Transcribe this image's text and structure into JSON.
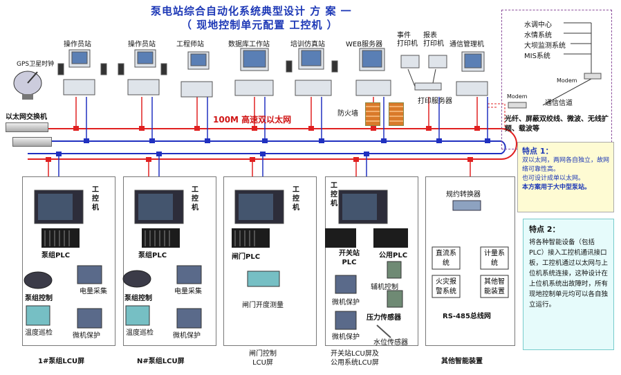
{
  "title": {
    "line1": "泵电站综合自动化系统典型设计 方 案 一",
    "line2": "（ 现地控制单元配置 工控机 ）"
  },
  "network": {
    "main_label": "100M 高速双以太网",
    "switch_label": "以太网交换机",
    "gps_label": "GPS卫星时钟",
    "firewall_label": "防火墙"
  },
  "stations": [
    {
      "label": "操作员站"
    },
    {
      "label": "操作员站"
    },
    {
      "label": "工程师站"
    },
    {
      "label": "数据库工作站"
    },
    {
      "label": "培训仿真站"
    },
    {
      "label": "WEB服务器"
    },
    {
      "label": "事件\n打印机"
    },
    {
      "label": "报表\n打印机"
    },
    {
      "label": "通信管理机"
    }
  ],
  "print_server": "打印服务器",
  "remote_box": {
    "items": [
      "水调中心",
      "水情系统",
      "大坝监测系统",
      "MIS系统"
    ],
    "modem1": "Modem",
    "modem2": "Modem",
    "channel": "通信信道",
    "media": "光纤、屏蔽双绞线、微波、无线扩频、载波等"
  },
  "note1": {
    "title": "特点 1：",
    "body": "双以太网，两网各自独立，故网络可靠性高。",
    "line2": "也可设计成单以太网。",
    "line3": "本方案用于大中型泵站。"
  },
  "note2": {
    "title": "特点 2：",
    "body": "将各种智能设备（包括 PLC）接入工控机通讯接口板，工控机通过以太网与上位机系统连接，这种设计在上位机系统出故障时，所有现地控制单元均可以各自独立运行。"
  },
  "lcu": [
    {
      "ipc": "工控机",
      "plc": "泵组PLC",
      "items": [
        "电量采集",
        "泵组控制",
        "温度巡检",
        "微机保护"
      ],
      "footer": "1#泵组LCU屏"
    },
    {
      "ipc": "工控机",
      "plc": "泵组PLC",
      "items": [
        "电量采集",
        "泵组控制",
        "温度巡检",
        "微机保护"
      ],
      "footer": "N#泵组LCU屏"
    },
    {
      "ipc": "工控机",
      "plc": "闸门PLC",
      "items": [
        "闸门开度测量"
      ],
      "footer": "闸门控制\nLCU屏"
    },
    {
      "ipc": "工控机",
      "plc": "开关站\nPLC",
      "plc2": "公用PLC",
      "items": [
        "辅机控制",
        "微机保护",
        "压力传感器",
        "微机保护",
        "水位传感器"
      ],
      "footer": "开关站LCU屏及\n公用系统LCU屏"
    }
  ],
  "other_devices": {
    "converter": "规约转换器",
    "items": [
      "直流系统",
      "计量系统",
      "火灾报警系统",
      "其他智能装置"
    ],
    "bus": "RS-485总线网",
    "footer": "其他智能装置"
  }
}
